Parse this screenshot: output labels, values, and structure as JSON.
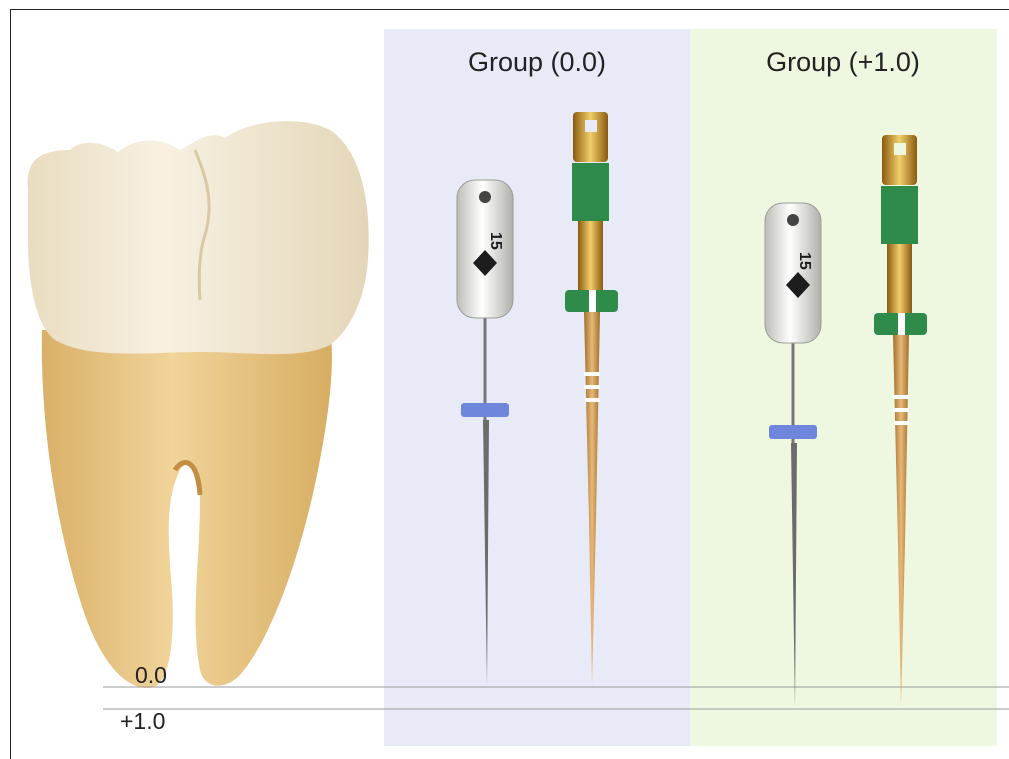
{
  "groups": [
    {
      "title": "Group (0.0)",
      "color": "#e9eaf8"
    },
    {
      "title": "Group (+1.0)",
      "color": "#eef8e0"
    }
  ],
  "reference_lines": [
    {
      "label": "0.0"
    },
    {
      "label": "+1.0"
    }
  ],
  "file_handle_number": "15",
  "colors": {
    "line": "#9a9a9a",
    "stopper_blue": "#6f86dd",
    "handle_green": "#2e8b4a",
    "gold": "#c99a3a",
    "tooth_crown": "#f1e7d0",
    "tooth_root": "#e6c27f"
  }
}
